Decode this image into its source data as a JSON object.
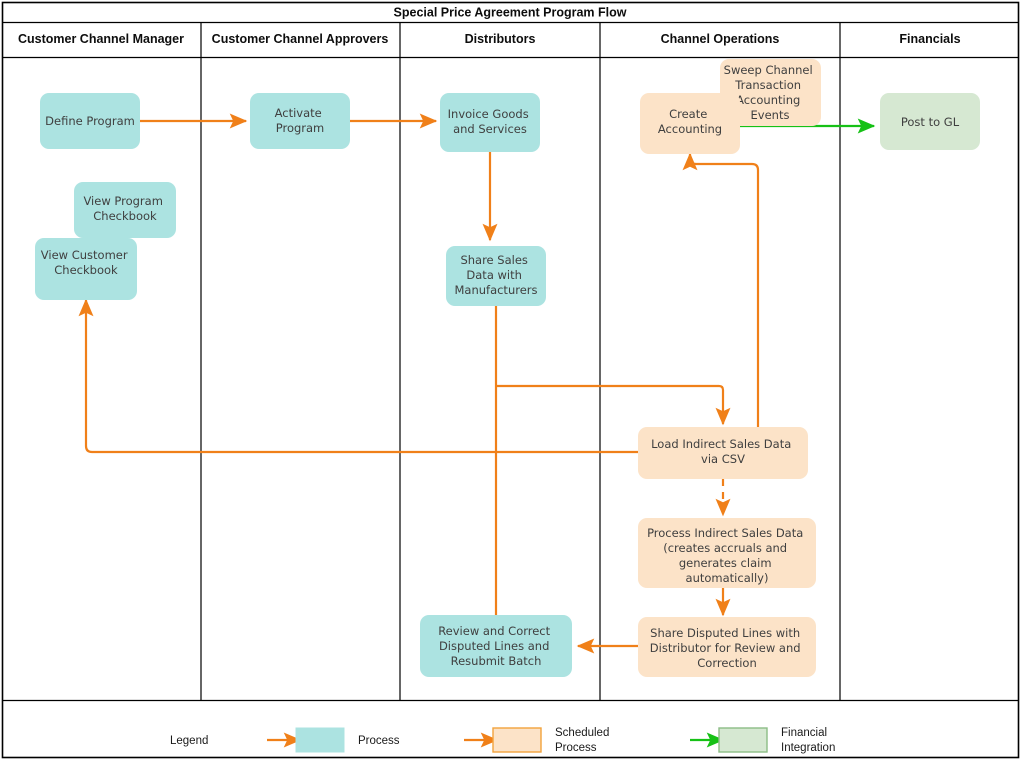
{
  "diagram": {
    "title": "Special Price Agreement Program Flow",
    "type": "swimlane-flowchart"
  },
  "lanes": [
    {
      "id": "ccm",
      "label": "Customer Channel Manager"
    },
    {
      "id": "cca",
      "label": "Customer Channel Approvers"
    },
    {
      "id": "dist",
      "label": "Distributors"
    },
    {
      "id": "chops",
      "label": "Channel Operations"
    },
    {
      "id": "fin",
      "label": "Financials"
    }
  ],
  "nodes": [
    {
      "id": "define-program",
      "label": "Define Program",
      "lane": "ccm",
      "type": "process"
    },
    {
      "id": "view-program-checkbook",
      "label": "View Program Checkbook",
      "lane": "ccm",
      "type": "process"
    },
    {
      "id": "view-customer-checkbook",
      "label": "View Customer Checkbook",
      "lane": "ccm",
      "type": "process"
    },
    {
      "id": "activate-program",
      "label": "Activate Program",
      "lane": "cca",
      "type": "process"
    },
    {
      "id": "invoice-goods-services",
      "label": "Invoice Goods and Services",
      "lane": "dist",
      "type": "process"
    },
    {
      "id": "share-sales-data",
      "label": "Share Sales Data with Manufacturers",
      "lane": "dist",
      "type": "process"
    },
    {
      "id": "review-correct-disputed",
      "label": "Review and Correct Disputed Lines and Resubmit Batch",
      "lane": "dist",
      "type": "process"
    },
    {
      "id": "create-accounting",
      "label": "Create Accounting",
      "lane": "chops",
      "type": "scheduled"
    },
    {
      "id": "sweep-channel-events",
      "label": "Sweep Channel Transaction Accounting Events",
      "lane": "chops",
      "type": "scheduled"
    },
    {
      "id": "load-indirect-sales",
      "label": "Load Indirect Sales Data via CSV",
      "lane": "chops",
      "type": "scheduled"
    },
    {
      "id": "process-indirect-sales",
      "label": "Process Indirect Sales Data (creates accruals and generates claim automatically)",
      "lane": "chops",
      "type": "scheduled"
    },
    {
      "id": "share-disputed-lines",
      "label": "Share Disputed Lines with Distributor for Review and Correction",
      "lane": "chops",
      "type": "scheduled"
    },
    {
      "id": "post-to-gl",
      "label": "Post to GL",
      "lane": "fin",
      "type": "financial"
    }
  ],
  "node_text_lines": {
    "define-program": [
      "Define Program"
    ],
    "view-program-checkbook": [
      "View Program",
      "Checkbook"
    ],
    "view-customer-checkbook": [
      "View Customer",
      "Checkbook"
    ],
    "activate-program": [
      "Activate",
      "Program"
    ],
    "invoice-goods-services": [
      "Invoice Goods",
      "and Services"
    ],
    "share-sales-data": [
      "Share Sales",
      "Data with",
      "Manufacturers"
    ],
    "review-correct-disputed": [
      "Review and Correct",
      "Disputed Lines and",
      "Resubmit Batch"
    ],
    "create-accounting": [
      "Create",
      "Accounting"
    ],
    "sweep-channel-events": [
      "Sweep Channel",
      "Transaction",
      "Accounting",
      "Events"
    ],
    "load-indirect-sales": [
      "Load Indirect Sales Data",
      "via CSV"
    ],
    "process-indirect-sales": [
      "Process Indirect Sales Data",
      "(creates accruals and",
      "generates claim",
      "automatically)"
    ],
    "share-disputed-lines": [
      "Share Disputed Lines with",
      "Distributor for Review and",
      "Correction"
    ],
    "post-to-gl": [
      "Post to GL"
    ]
  },
  "edges": [
    {
      "from": "define-program",
      "to": "activate-program",
      "style": "solid",
      "color": "orange"
    },
    {
      "from": "activate-program",
      "to": "invoice-goods-services",
      "style": "solid",
      "color": "orange"
    },
    {
      "from": "invoice-goods-services",
      "to": "share-sales-data",
      "style": "solid",
      "color": "orange"
    },
    {
      "from": "share-sales-data",
      "to": "load-indirect-sales",
      "style": "solid",
      "color": "orange"
    },
    {
      "from": "load-indirect-sales",
      "to": "view-customer-checkbook",
      "style": "solid",
      "color": "orange"
    },
    {
      "from": "load-indirect-sales",
      "to": "create-accounting",
      "style": "solid",
      "color": "orange"
    },
    {
      "from": "load-indirect-sales",
      "to": "process-indirect-sales",
      "style": "dashed",
      "color": "orange"
    },
    {
      "from": "process-indirect-sales",
      "to": "share-disputed-lines",
      "style": "solid",
      "color": "orange"
    },
    {
      "from": "share-disputed-lines",
      "to": "review-correct-disputed",
      "style": "solid",
      "color": "orange"
    },
    {
      "from": "create-accounting",
      "to": "post-to-gl",
      "style": "solid",
      "color": "green"
    }
  ],
  "legend": {
    "title": "Legend",
    "items": [
      {
        "label_lines": [
          "Process"
        ],
        "swatch": "process",
        "arrow": "orange"
      },
      {
        "label_lines": [
          "Scheduled",
          "Process"
        ],
        "swatch": "scheduled",
        "arrow": "orange"
      },
      {
        "label_lines": [
          "Financial",
          "Integration"
        ],
        "swatch": "financial",
        "arrow": "green"
      }
    ]
  },
  "colors": {
    "process_fill": "#ace3e1",
    "process_stroke": "#7fc9c6",
    "scheduled_fill": "#fce3c8",
    "scheduled_stroke": "#f2a33c",
    "financial_fill": "#d6e8d2",
    "financial_stroke": "#8cbd86",
    "arrow_orange": "#f08019",
    "arrow_green": "#16c116",
    "border": "#000000",
    "text": "#3f3f3f",
    "background": "#ffffff"
  }
}
